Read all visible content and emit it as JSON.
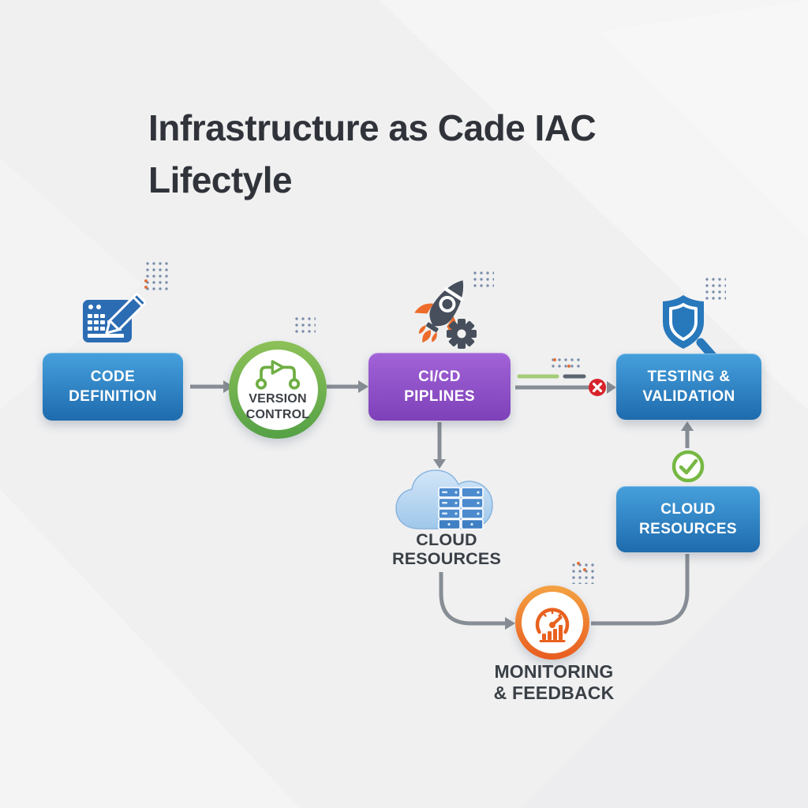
{
  "title": {
    "line1": "Infrastructure as Cade IAC",
    "line2": "Lifectyle"
  },
  "flow": {
    "code_definition": {
      "line1": "CODE",
      "line2": "DEFINITION"
    },
    "version_control": {
      "line1": "VERSION",
      "line2": "CONTROL"
    },
    "cicd_pipelines": {
      "line1": "CI/CD",
      "line2": "PIPLINES"
    },
    "testing_validation": {
      "line1": "TESTING &",
      "line2": "VALIDATION"
    },
    "cloud_resources": {
      "line1": "CLOUD",
      "line2": "RESOURCES"
    },
    "cloud_resources_box": {
      "line1": "CLOUD",
      "line2": "RESOURCES"
    },
    "monitoring_feedback": {
      "line1": "MONITORING",
      "line2": "& FEEDBACK"
    }
  },
  "icons": {
    "code_editor_icon": "editor-window-with-pencil",
    "rocket_icon": "rocket-launch",
    "gear_icon": "gear",
    "git_branch_icon": "branch-with-play-triangle",
    "cloud_servers_icon": "cloud-with-server-stack",
    "shield_magnifier_icon": "shield-with-magnifier-handle",
    "gauge_icon": "speedometer-with-bar-chart",
    "check_circle_icon": "green-checkmark-circle",
    "error_circle_icon": "red-x-circle",
    "dot_grid": "decorative-dot-grid"
  },
  "colors": {
    "background": "#f0f0f1",
    "title_text": "#30343a",
    "label_text": "#3a4046",
    "box_blue_top": "#46a0dc",
    "box_blue_bottom": "#1e6bae",
    "box_purple_top": "#a263d7",
    "box_purple_bottom": "#7e41b9",
    "ring_green_top": "#8dc158",
    "ring_green_bottom": "#55a146",
    "ring_orange_top": "#f4a243",
    "ring_orange_bottom": "#e85c20",
    "arrow_gray": "#878d94",
    "segment_green": "#a5cd78",
    "segment_dark": "#5c6470",
    "error_red": "#d8232a",
    "success_green": "#76b843",
    "icon_blue": "#2c6cb3",
    "shield_blue": "#2878bc",
    "cloud_light": "#bdd9f2",
    "server_blue": "#4c8bce",
    "rocket_slate": "#474f5d",
    "flame_orange": "#ed6c2b"
  }
}
